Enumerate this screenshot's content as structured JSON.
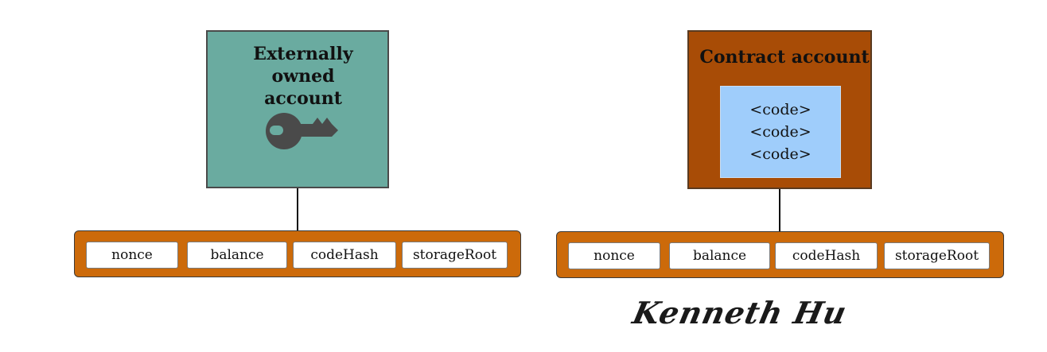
{
  "eoa": {
    "title_line1": "Externally owned",
    "title_line2": "account",
    "icon": "key-icon"
  },
  "contract": {
    "title": "Contract account",
    "code_lines": [
      "<code>",
      "<code>",
      "<code>"
    ]
  },
  "eoa_fields": [
    "nonce",
    "balance",
    "codeHash",
    "storageRoot"
  ],
  "contract_fields": [
    "nonce",
    "balance",
    "codeHash",
    "storageRoot"
  ],
  "signature": "Kenneth Hu",
  "colors": {
    "eoa_fill": "#6aaba0",
    "contract_fill": "#a84c06",
    "code_fill": "#9fcdfb",
    "field_bar_fill": "#cc6a0a",
    "key_color": "#4a4a4a"
  }
}
